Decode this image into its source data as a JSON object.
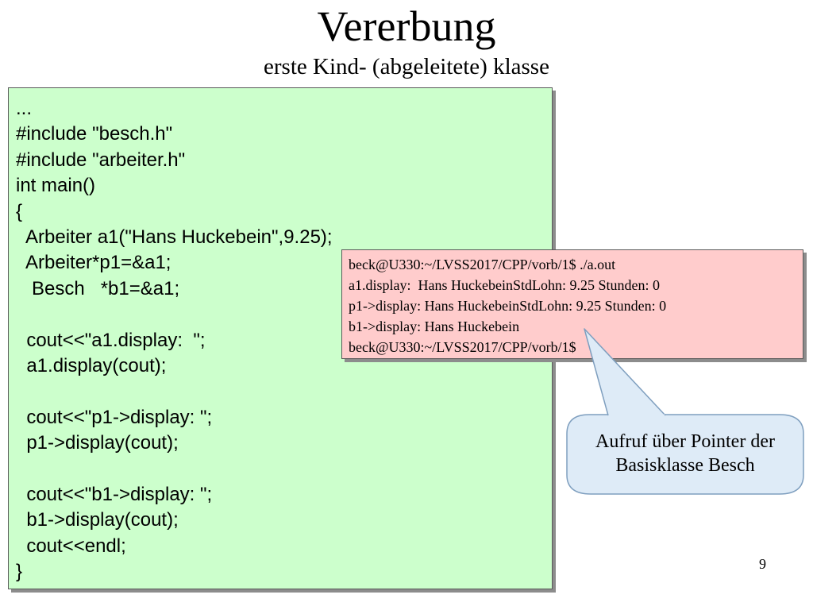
{
  "slide": {
    "title": "Vererbung",
    "subtitle": "erste Kind- (abgeleitete) klasse",
    "page_number": "9"
  },
  "code": {
    "lines": [
      "...",
      "#include \"besch.h\"",
      "#include \"arbeiter.h\"",
      "int main()",
      "{",
      "  Arbeiter a1(\"Hans Huckebein\",9.25);",
      "  Arbeiter*p1=&a1;",
      "   Besch   *b1=&a1;",
      "",
      "  cout<<\"a1.display:  \";",
      "  a1.display(cout);",
      "",
      "  cout<<\"p1->display: \";",
      "  p1->display(cout);",
      "",
      "  cout<<\"b1->display: \";",
      "  b1->display(cout);",
      "  cout<<endl;",
      "}"
    ]
  },
  "output": {
    "lines": [
      "beck@U330:~/LVSS2017/CPP/vorb/1$ ./a.out",
      "a1.display:  Hans HuckebeinStdLohn: 9.25 Stunden: 0",
      "p1->display: Hans HuckebeinStdLohn: 9.25 Stunden: 0",
      "b1->display: Hans Huckebein",
      "beck@U330:~/LVSS2017/CPP/vorb/1$"
    ]
  },
  "callout": {
    "line1": "Aufruf über Pointer der",
    "line2": "Basisklasse Besch",
    "fill": "#deebf7",
    "stroke": "#7f9fbf"
  },
  "colors": {
    "code_background": "#ccffcc",
    "output_background": "#ffcccc"
  }
}
